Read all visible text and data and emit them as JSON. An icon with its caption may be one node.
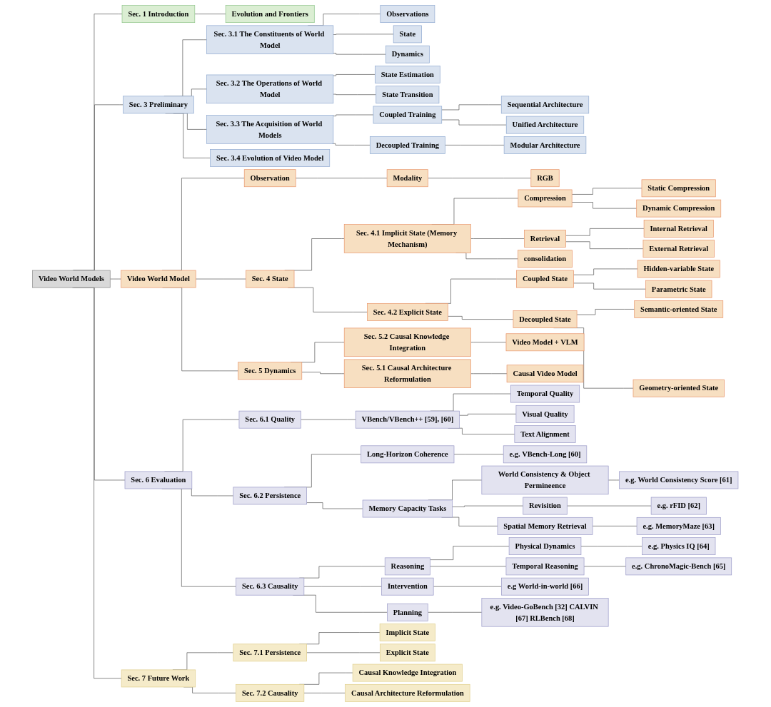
{
  "diagram": {
    "nodes": [
      {
        "text": [
          "Video World Models"
        ]
      },
      {
        "text": [
          "Sec. 1 Introduction"
        ]
      },
      {
        "text": [
          "Evolution and Frontiers"
        ]
      },
      {
        "text": [
          "Sec. 3 Preliminary"
        ]
      },
      {
        "text": [
          "Sec. 3.1 The Constituents of World Model"
        ]
      },
      {
        "text": [
          "Observations"
        ]
      },
      {
        "text": [
          "State"
        ]
      },
      {
        "text": [
          "Dynamics"
        ]
      },
      {
        "text": [
          "Sec. 3.2 The Operations of World Model"
        ]
      },
      {
        "text": [
          "State Estimation"
        ]
      },
      {
        "text": [
          "State Transition"
        ]
      },
      {
        "text": [
          "Sec. 3.3 The Acquisition of World Models"
        ]
      },
      {
        "text": [
          "Coupled Training"
        ]
      },
      {
        "text": [
          "Sequential Architecture"
        ]
      },
      {
        "text": [
          "Unified Architecture"
        ]
      },
      {
        "text": [
          "Decoupled Training"
        ]
      },
      {
        "text": [
          "Modular Architecture"
        ]
      },
      {
        "text": [
          "Sec. 3.4 Evolution of Video Model"
        ]
      },
      {
        "text": [
          "Video World Model"
        ]
      },
      {
        "text": [
          "Observation"
        ]
      },
      {
        "text": [
          "Modality"
        ]
      },
      {
        "text": [
          "RGB"
        ]
      },
      {
        "text": [
          "Sec. 4 State"
        ]
      },
      {
        "text": [
          "Sec. 4.1 Implicit State (Memory Mechanism)"
        ]
      },
      {
        "text": [
          "Compression"
        ]
      },
      {
        "text": [
          "Static Compression"
        ]
      },
      {
        "text": [
          "Dynamic Compression"
        ]
      },
      {
        "text": [
          "Retrieval"
        ]
      },
      {
        "text": [
          "Internal Retrieval"
        ]
      },
      {
        "text": [
          "External Retrieval"
        ]
      },
      {
        "text": [
          "consolidation"
        ]
      },
      {
        "text": [
          "Sec. 4.2 Explicit State"
        ]
      },
      {
        "text": [
          "Coupled State"
        ]
      },
      {
        "text": [
          "Hidden-variable State"
        ]
      },
      {
        "text": [
          "Parametric State"
        ]
      },
      {
        "text": [
          "Decoupled State"
        ]
      },
      {
        "text": [
          "Semantic-oriented State"
        ]
      },
      {
        "text": [
          "Geometry-oriented State"
        ]
      },
      {
        "text": [
          "Sec. 5 Dynamics"
        ]
      },
      {
        "text": [
          "Sec. 5.2 Causal Knowledge Integration"
        ]
      },
      {
        "text": [
          "Video Model + VLM"
        ]
      },
      {
        "text": [
          "Sec. 5.1 Causal Architecture Reformulation"
        ]
      },
      {
        "text": [
          "Causal Video Model"
        ]
      },
      {
        "text": [
          "Sec. 6 Evaluation"
        ]
      },
      {
        "text": [
          "Sec. 6.1 Quality"
        ]
      },
      {
        "text": [
          "VBench/VBench++ [59], [60]"
        ]
      },
      {
        "text": [
          "Temporal Quality"
        ]
      },
      {
        "text": [
          "Visual Quality"
        ]
      },
      {
        "text": [
          "Text Alignment"
        ]
      },
      {
        "text": [
          "Sec. 6.2 Persistence"
        ]
      },
      {
        "text": [
          "Long-Horizon Coherence"
        ]
      },
      {
        "text": [
          "e.g. VBench-Long [60]"
        ]
      },
      {
        "text": [
          "Memory Capacity Tasks"
        ]
      },
      {
        "text": [
          "World Consistency & Object Permineence"
        ]
      },
      {
        "text": [
          "e.g. World Consistency Score [61]"
        ]
      },
      {
        "text": [
          "Revisition"
        ]
      },
      {
        "text": [
          "e.g. rFID [62]"
        ]
      },
      {
        "text": [
          "Spatial Memory Retrieval"
        ]
      },
      {
        "text": [
          "e.g. MemoryMaze [63]"
        ]
      },
      {
        "text": [
          "Sec. 6.3 Causality"
        ]
      },
      {
        "text": [
          "Reasoning"
        ]
      },
      {
        "text": [
          "Physical Dynamics"
        ]
      },
      {
        "text": [
          "e.g. Physics IQ [64]"
        ]
      },
      {
        "text": [
          "Temporal Reasoning"
        ]
      },
      {
        "text": [
          "e.g. ChronoMagic-Bench [65]"
        ]
      },
      {
        "text": [
          "Intervention"
        ]
      },
      {
        "text": [
          "e.g World-in-world [66]"
        ]
      },
      {
        "text": [
          "Planning"
        ]
      },
      {
        "text": [
          "e.g. Video-GoBench [32] CALVIN [67] RLBench [68]"
        ]
      },
      {
        "text": [
          "Sec. 7 Future Work"
        ]
      },
      {
        "text": [
          "Sec. 7.1 Persistence"
        ]
      },
      {
        "text": [
          "Implicit State"
        ]
      },
      {
        "text": [
          "Explicit State"
        ]
      },
      {
        "text": [
          "Sec. 7.2 Causality"
        ]
      },
      {
        "text": [
          "Causal Knowledge Integration"
        ]
      },
      {
        "text": [
          "Causal Architecture Reformulation"
        ]
      }
    ],
    "edges": [
      {
        "from": 0,
        "to": 1,
        "arrow": "none"
      },
      {
        "from": 1,
        "to": 2,
        "arrow": "none"
      },
      {
        "from": 0,
        "to": 3,
        "arrow": "none"
      },
      {
        "from": 3,
        "to": 4,
        "arrow": "none"
      },
      {
        "from": 4,
        "to": 5,
        "arrow": "none"
      },
      {
        "from": 4,
        "to": 6,
        "arrow": "none"
      },
      {
        "from": 4,
        "to": 7,
        "arrow": "none"
      },
      {
        "from": 3,
        "to": 8,
        "arrow": "none"
      },
      {
        "from": 8,
        "to": 9,
        "arrow": "none"
      },
      {
        "from": 8,
        "to": 10,
        "arrow": "none"
      },
      {
        "from": 3,
        "to": 11,
        "arrow": "none"
      },
      {
        "from": 11,
        "to": 12,
        "arrow": "none"
      },
      {
        "from": 12,
        "to": 13,
        "arrow": "none"
      },
      {
        "from": 12,
        "to": 14,
        "arrow": "none"
      },
      {
        "from": 11,
        "to": 15,
        "arrow": "none"
      },
      {
        "from": 15,
        "to": 16,
        "arrow": "none"
      },
      {
        "from": 3,
        "to": 17,
        "arrow": "none"
      },
      {
        "from": 0,
        "to": 18,
        "arrow": "none"
      },
      {
        "from": 18,
        "to": 19,
        "arrow": "none"
      },
      {
        "from": 19,
        "to": 20,
        "arrow": "none"
      },
      {
        "from": 20,
        "to": 21,
        "arrow": "none"
      },
      {
        "from": 18,
        "to": 22,
        "arrow": "none"
      },
      {
        "from": 22,
        "to": 23,
        "arrow": "none"
      },
      {
        "from": 23,
        "to": 24,
        "arrow": "none"
      },
      {
        "from": 24,
        "to": 25,
        "arrow": "none"
      },
      {
        "from": 24,
        "to": 26,
        "arrow": "none"
      },
      {
        "from": 23,
        "to": 27,
        "arrow": "none"
      },
      {
        "from": 27,
        "to": 28,
        "arrow": "none"
      },
      {
        "from": 27,
        "to": 29,
        "arrow": "none"
      },
      {
        "from": 23,
        "to": 30,
        "arrow": "none"
      },
      {
        "from": 22,
        "to": 31,
        "arrow": "none"
      },
      {
        "from": 31,
        "to": 32,
        "arrow": "none"
      },
      {
        "from": 32,
        "to": 33,
        "arrow": "none"
      },
      {
        "from": 32,
        "to": 34,
        "arrow": "none"
      },
      {
        "from": 31,
        "to": 35,
        "arrow": "none"
      },
      {
        "from": 35,
        "to": 36,
        "arrow": "none"
      },
      {
        "from": 35,
        "to": 37,
        "arrow": "none"
      },
      {
        "from": 18,
        "to": 38,
        "arrow": "none"
      },
      {
        "from": 38,
        "to": 39,
        "arrow": "none"
      },
      {
        "from": 39,
        "to": 40,
        "arrow": "none"
      },
      {
        "from": 38,
        "to": 41,
        "arrow": "none"
      },
      {
        "from": 41,
        "to": 42,
        "arrow": "none"
      },
      {
        "from": 0,
        "to": 43,
        "arrow": "none"
      },
      {
        "from": 43,
        "to": 44,
        "arrow": "none"
      },
      {
        "from": 44,
        "to": 45,
        "arrow": "none"
      },
      {
        "from": 45,
        "to": 46,
        "arrow": "none"
      },
      {
        "from": 45,
        "to": 47,
        "arrow": "none"
      },
      {
        "from": 45,
        "to": 48,
        "arrow": "none"
      },
      {
        "from": 43,
        "to": 49,
        "arrow": "none"
      },
      {
        "from": 49,
        "to": 50,
        "arrow": "none"
      },
      {
        "from": 50,
        "to": 51,
        "arrow": "none"
      },
      {
        "from": 49,
        "to": 52,
        "arrow": "none"
      },
      {
        "from": 52,
        "to": 53,
        "arrow": "none"
      },
      {
        "from": 53,
        "to": 54,
        "arrow": "none"
      },
      {
        "from": 52,
        "to": 55,
        "arrow": "none"
      },
      {
        "from": 55,
        "to": 56,
        "arrow": "none"
      },
      {
        "from": 52,
        "to": 57,
        "arrow": "none"
      },
      {
        "from": 57,
        "to": 58,
        "arrow": "none"
      },
      {
        "from": 43,
        "to": 59,
        "arrow": "none"
      },
      {
        "from": 59,
        "to": 60,
        "arrow": "none"
      },
      {
        "from": 60,
        "to": 61,
        "arrow": "none"
      },
      {
        "from": 61,
        "to": 62,
        "arrow": "none"
      },
      {
        "from": 60,
        "to": 63,
        "arrow": "none"
      },
      {
        "from": 63,
        "to": 64,
        "arrow": "none"
      },
      {
        "from": 59,
        "to": 65,
        "arrow": "none"
      },
      {
        "from": 65,
        "to": 66,
        "arrow": "none"
      },
      {
        "from": 59,
        "to": 67,
        "arrow": "none"
      },
      {
        "from": 67,
        "to": 68,
        "arrow": "none"
      },
      {
        "from": 0,
        "to": 69,
        "arrow": "none"
      },
      {
        "from": 69,
        "to": 70,
        "arrow": "none"
      },
      {
        "from": 70,
        "to": 71,
        "arrow": "none"
      },
      {
        "from": 70,
        "to": 72,
        "arrow": "none"
      },
      {
        "from": 69,
        "to": 73,
        "arrow": "none"
      },
      {
        "from": 73,
        "to": 74,
        "arrow": "none"
      },
      {
        "from": 73,
        "to": 75,
        "arrow": "none"
      }
    ]
  }
}
